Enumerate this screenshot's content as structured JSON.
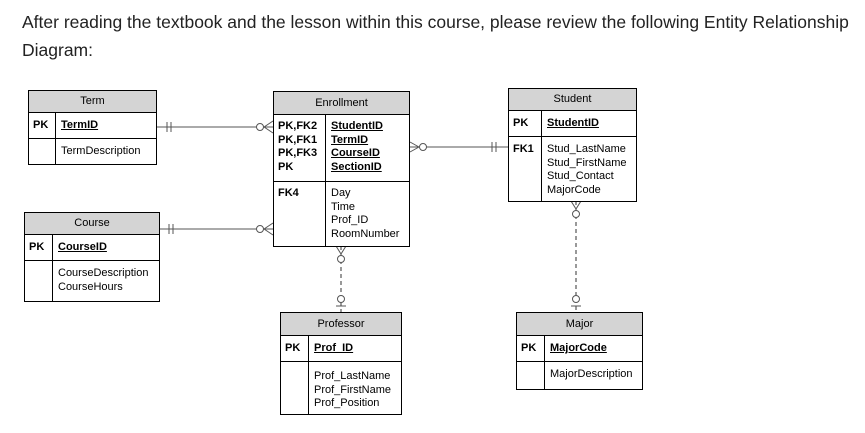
{
  "intro_text": "After reading the textbook and the lesson within this course, please review the following Entity Relationship Diagram:",
  "entities": {
    "term": {
      "title": "Term",
      "pk_keys": [
        "PK"
      ],
      "pk_attrs": [
        "TermID"
      ],
      "keys": [],
      "attrs": [
        "TermDescription"
      ]
    },
    "course": {
      "title": "Course",
      "pk_keys": [
        "PK"
      ],
      "pk_attrs": [
        "CourseID"
      ],
      "keys": [],
      "attrs": [
        "CourseDescription",
        "CourseHours"
      ]
    },
    "enrollment": {
      "title": "Enrollment",
      "pk_keys": [
        "PK,FK2",
        "PK,FK1",
        "PK,FK3",
        "PK"
      ],
      "pk_attrs": [
        "StudentID",
        "TermID",
        "CourseID",
        "SectionID"
      ],
      "keys": [
        "",
        "",
        "FK4",
        ""
      ],
      "attrs": [
        "Day",
        "Time",
        "Prof_ID",
        "RoomNumber"
      ]
    },
    "student": {
      "title": "Student",
      "pk_keys": [
        "PK"
      ],
      "pk_attrs": [
        "StudentID"
      ],
      "keys": [
        "",
        "",
        "",
        "FK1"
      ],
      "attrs": [
        "Stud_LastName",
        "Stud_FirstName",
        "Stud_Contact",
        "MajorCode"
      ]
    },
    "professor": {
      "title": "Professor",
      "pk_keys": [
        "PK"
      ],
      "pk_attrs": [
        "Prof_ID"
      ],
      "keys": [],
      "attrs": [
        "Prof_LastName",
        "Prof_FirstName",
        "Prof_Position"
      ]
    },
    "major": {
      "title": "Major",
      "pk_keys": [
        "PK"
      ],
      "pk_attrs": [
        "MajorCode"
      ],
      "keys": [],
      "attrs": [
        "MajorDescription"
      ]
    }
  }
}
